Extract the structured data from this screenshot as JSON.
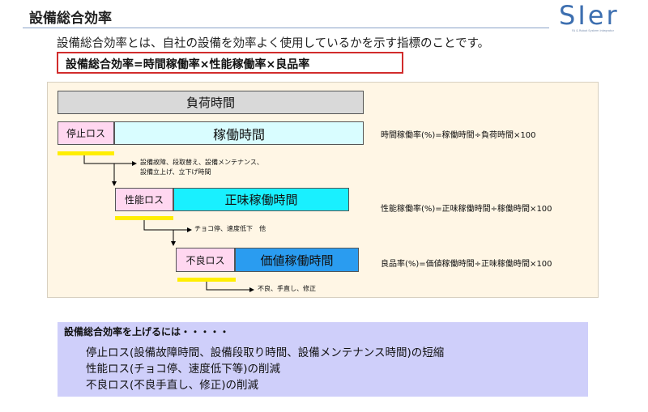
{
  "header": {
    "title": "設備総合効率",
    "logo_text": "SIer",
    "logo_subtitle": "FA & Robot System Integrator"
  },
  "intro_text": "設備総合効率とは、自社の設備を効率よく使用しているかを示す指標のことです。",
  "formula": "設備総合効率=時間稼働率×性能稼働率×良品率",
  "diagram": {
    "load_time": "負荷時間",
    "stop_loss": "停止ロス",
    "operating_time": "稼働時間",
    "stop_loss_note_1": "設備故障、段取替え、設備メンテナンス、",
    "stop_loss_note_2": "設備立上げ、立下げ時間",
    "performance_loss": "性能ロス",
    "net_operating_time": "正味稼働時間",
    "performance_loss_note": "チョコ停、速度低下　他",
    "defect_loss": "不良ロス",
    "value_operating_time": "価値稼働時間",
    "defect_loss_note": "不良、手直し、修正",
    "formula_time": "時間稼働率(%)=稼働時間÷負荷時間×100",
    "formula_performance": "性能稼働率(%)=正味稼働時間÷稼働時間×100",
    "formula_quality": "良品率(%)=価値稼働時間÷正味稼働時間×100"
  },
  "improvement": {
    "title": "設備総合効率を上げるには・・・・・",
    "items": [
      "停止ロス(設備故障時間、設備段取り時間、設備メンテナンス時間)の短縮",
      "性能ロス(チョコ停、速度低下等)の削減",
      "不良ロス(不良手直し、修正)の削減"
    ]
  },
  "colors": {
    "accent_red": "#d12c2c",
    "loss_pink": "#ffd7f0",
    "cyan_light": "#d9fdff",
    "cyan": "#19f0ff",
    "blue": "#2a9cf0",
    "yellow": "#ffee00",
    "panel_bg": "#fff6e5",
    "lavender": "#cfcffa"
  }
}
